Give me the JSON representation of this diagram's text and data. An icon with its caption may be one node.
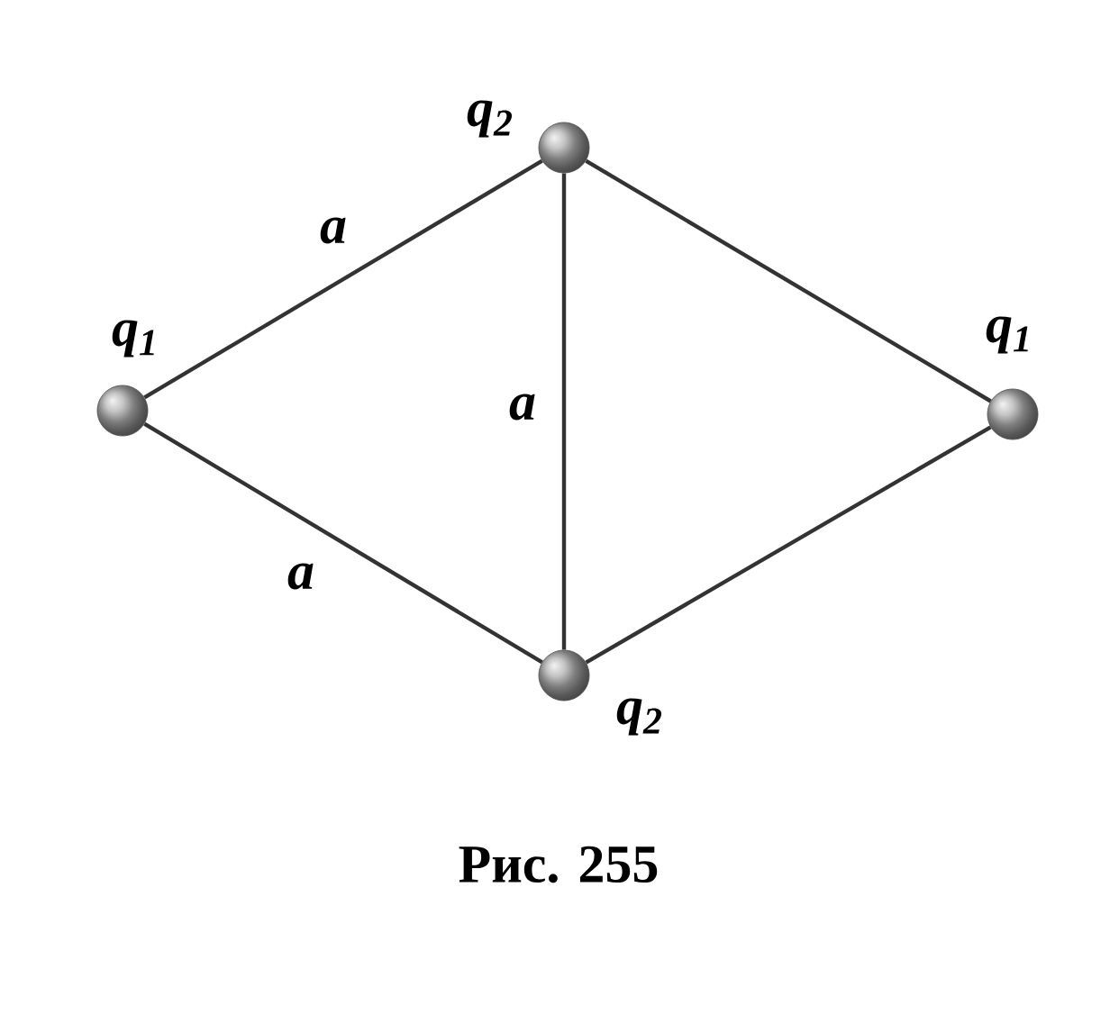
{
  "diagram": {
    "caption": "Рис. 255",
    "nodes": [
      {
        "text": [],
        "shape": "circle",
        "beside": [
          "q$_{1}$"
        ]
      },
      {
        "text": [],
        "shape": "circle",
        "beside": [
          "q$_{2}$"
        ]
      },
      {
        "text": [],
        "shape": "circle",
        "beside": [
          "q$_{1}$"
        ]
      },
      {
        "text": [],
        "shape": "circle",
        "beside": [
          "q$_{2}$"
        ]
      }
    ],
    "edges": [
      {
        "from": 0,
        "to": 1,
        "arrow": "none",
        "label": "a"
      },
      {
        "from": 0,
        "to": 3,
        "arrow": "none",
        "label": "a"
      },
      {
        "from": 1,
        "to": 3,
        "arrow": "none",
        "label": "a"
      },
      {
        "from": 1,
        "to": 2,
        "arrow": "none"
      },
      {
        "from": 3,
        "to": 2,
        "arrow": "none"
      }
    ]
  }
}
